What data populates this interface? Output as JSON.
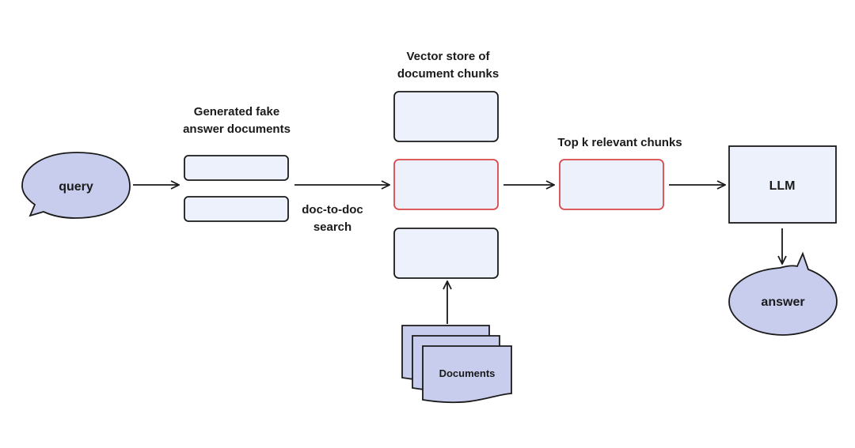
{
  "labels": {
    "query": "query",
    "fake_answer_title_line1": "Generated fake",
    "fake_answer_title_line2": "answer documents",
    "vector_store_title_line1": "Vector store of",
    "vector_store_title_line2": "document chunks",
    "search_label_line1": "doc-to-doc",
    "search_label_line2": "search",
    "topk_title": "Top k relevant chunks",
    "llm": "LLM",
    "answer": "answer",
    "documents": "Documents"
  },
  "colors": {
    "box_fill": "#edf1fb",
    "bubble_fill": "#c8cdee",
    "highlight_stroke": "#d9474a",
    "stroke": "#1a1a1a"
  }
}
